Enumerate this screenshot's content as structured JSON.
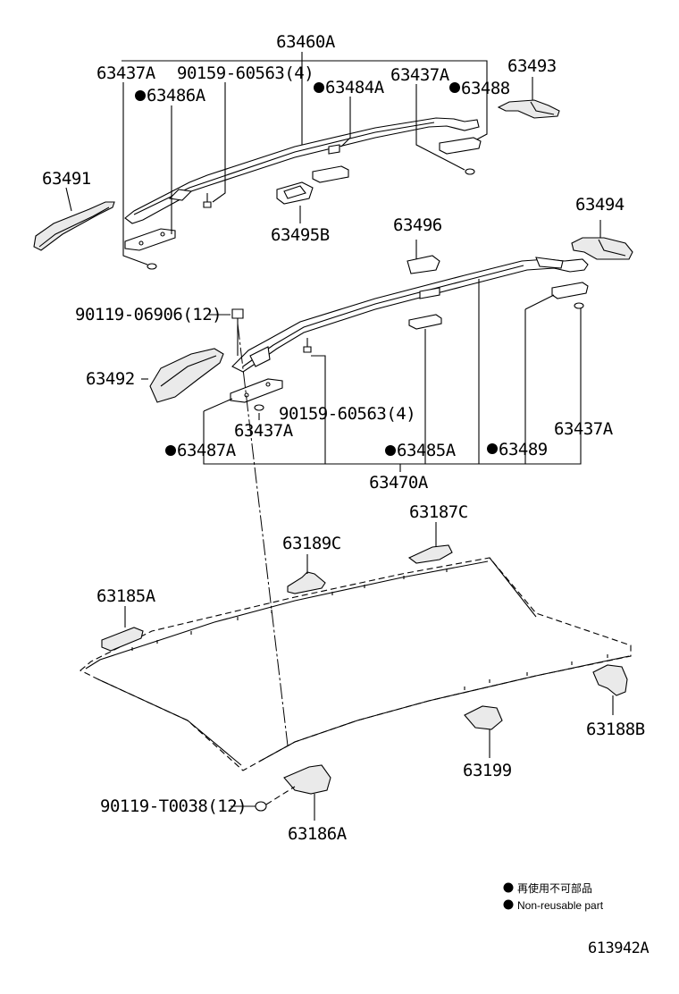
{
  "parts": {
    "p63460A": "63460A",
    "p63437A_1": "63437A",
    "p90159_a": "90159-60563(4)",
    "p63486A": "63486A",
    "p63484A": "63484A",
    "p63437A_2": "63437A",
    "p63488": "63488",
    "p63493": "63493",
    "p63491": "63491",
    "p63495B": "63495B",
    "p63496": "63496",
    "p63494": "63494",
    "p90119_06906": "90119-06906(12)",
    "p63492": "63492",
    "p90159_b": "90159-60563(4)",
    "p63437A_3": "63437A",
    "p63437A_4": "63437A",
    "p63487A": "63487A",
    "p63485A": "63485A",
    "p63489": "63489",
    "p63470A": "63470A",
    "p63187C": "63187C",
    "p63189C": "63189C",
    "p63185A": "63185A",
    "p63188B": "63188B",
    "p63199": "63199",
    "p90119_T0038": "90119-T0038(12)",
    "p63186A": "63186A"
  },
  "legend": {
    "jp": "再使用不可部品",
    "en": "Non-reusable part"
  },
  "figure_code": "613942A"
}
